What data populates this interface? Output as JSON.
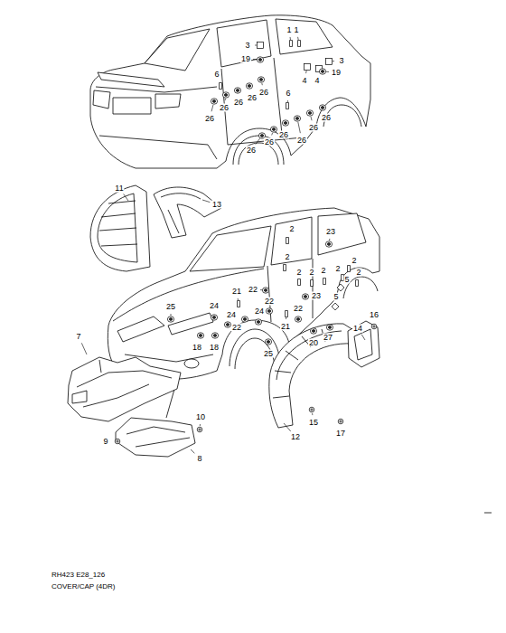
{
  "diagram": {
    "labels": [
      "3",
      "1",
      "1",
      "19",
      "3",
      "4",
      "4",
      "19",
      "6",
      "26",
      "26",
      "26",
      "26",
      "26",
      "6",
      "26",
      "26",
      "26",
      "26",
      "26",
      "26",
      "11",
      "13",
      "2",
      "23",
      "2",
      "2",
      "2",
      "2",
      "2",
      "2",
      "2",
      "5",
      "23",
      "5",
      "22",
      "21",
      "24",
      "22",
      "24",
      "24",
      "22",
      "21",
      "22",
      "25",
      "18",
      "18",
      "20",
      "27",
      "25",
      "14",
      "16",
      "7",
      "10",
      "9",
      "8",
      "15",
      "12",
      "17",
      "RH423 E28_126",
      "COVER/CAP (4DR)"
    ]
  }
}
